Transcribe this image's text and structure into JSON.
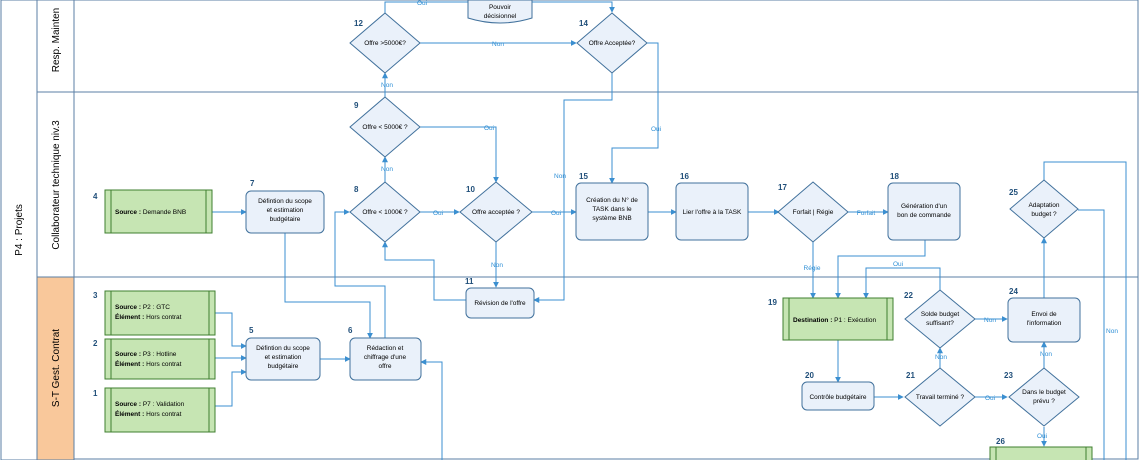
{
  "lanes": {
    "pool": "P4 : Projets",
    "maintenance": "Resp. Mainten",
    "collab": "Collaborateur technique niv.3",
    "stgest": "S-T Gest. Contrat"
  },
  "nodes": {
    "n3_num": "3",
    "n3_src": "Source :",
    "n3_src_val": " P2 : GTC",
    "n3_el": "Élément :",
    "n3_el_val": " Hors contrat",
    "n2_num": "2",
    "n2_src": "Source :",
    "n2_src_val": " P3 : Hotline",
    "n2_el": "Élément :",
    "n2_el_val": " Hors contrat",
    "n1_num": "1",
    "n1_src": "Source :",
    "n1_src_val": " P7 : Validation",
    "n1_el": "Élément :",
    "n1_el_val": " Hors contrat",
    "n4_num": "4",
    "n4_src": "Source :",
    "n4_src_val": " Demande BNB",
    "n5_num": "5",
    "n5_l1": "Défintion du scope",
    "n5_l2": "et estimation",
    "n5_l3": "budgétaire",
    "n6_num": "6",
    "n6_l1": "Rédaction et",
    "n6_l2": "chiffrage d'une",
    "n6_l3": "offre",
    "n7_num": "7",
    "n7_l1": "Défintion du scope",
    "n7_l2": "et estimation",
    "n7_l3": "budgétaire",
    "n8_num": "8",
    "n8_l1": "Offre < 1000€ ?",
    "n9_num": "9",
    "n9_l1": "Offre < 5000€ ?",
    "n10_num": "10",
    "n10_l1": "Offre acceptée ?",
    "n11_num": "11",
    "n11_l1": "Révision de l'offre",
    "n12_num": "12",
    "n12_l1": "Offre >5000€?",
    "n13_l1": "Pouvoir",
    "n13_l2": "décisionnel",
    "n14_num": "14",
    "n14_l1": "Offre Acceptée?",
    "n15_num": "15",
    "n15_l1": "Création du N° de",
    "n15_l2": "TASK dans le",
    "n15_l3": "système BNB",
    "n16_num": "16",
    "n16_l1": "Lier l'offre à la TASK",
    "n17_num": "17",
    "n17_l1": "Forfait | Régie",
    "n18_num": "18",
    "n18_l1": "Génération d'un",
    "n18_l2": "bon de commande",
    "n19_num": "19",
    "n19_dest": "Destination :",
    "n19_dest_val": " P1 : Exécution",
    "n20_num": "20",
    "n20_l1": "Contrôle budgétaire",
    "n21_num": "21",
    "n21_l1": "Travail terminé ?",
    "n22_num": "22",
    "n22_l1": "Solde budget",
    "n22_l2": "suffisant?",
    "n23_num": "23",
    "n23_l1": "Dans le budget",
    "n23_l2": "prévu ?",
    "n24_num": "24",
    "n24_l1": "Envoi de",
    "n24_l2": "l'information",
    "n25_num": "25",
    "n25_l1": "Adaptation",
    "n25_l2": "budget ?",
    "n26_num": "26"
  },
  "edges": {
    "oui": "Oui",
    "non": "Non",
    "forfait": "Forfait",
    "regie": "Régie"
  },
  "colors": {
    "lane_orange": "#f9c89b",
    "box_green": "#c6e5b3",
    "green_border": "#3f7f2f",
    "process_fill": "#eaf1fa",
    "node_border": "#41719c",
    "arrow": "#3b8fd0"
  }
}
